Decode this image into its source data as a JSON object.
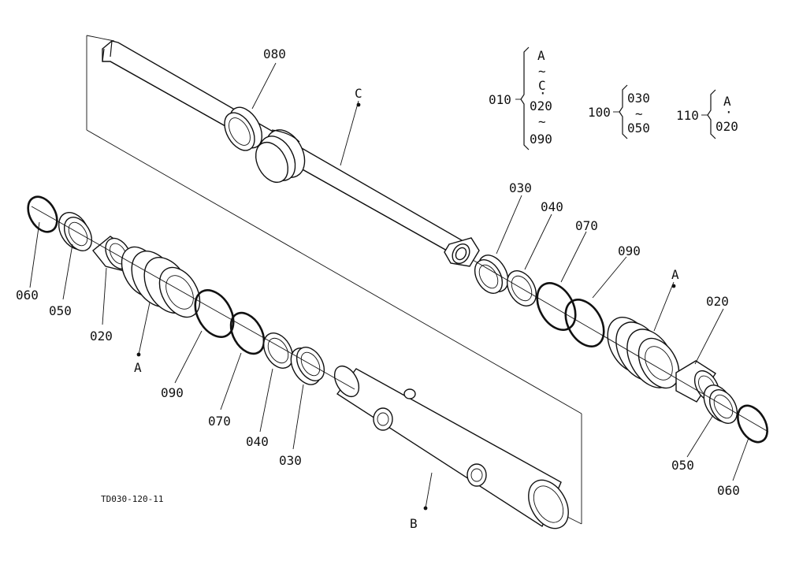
{
  "drawing_code": "TD030-120-11",
  "legend": {
    "g010": {
      "ref": "010",
      "items": [
        "A",
        "~",
        "C",
        "·",
        "020",
        "~",
        "090"
      ]
    },
    "g100": {
      "ref": "100",
      "items": [
        "030",
        "~",
        "050"
      ]
    },
    "g110": {
      "ref": "110",
      "items": [
        "A",
        "·",
        "020"
      ]
    }
  },
  "callouts": {
    "rod_080": "080",
    "rod_c": "C",
    "right_030": "030",
    "right_040": "040",
    "right_070": "070",
    "right_090": "090",
    "right_a": "A",
    "right_020": "020",
    "right_050": "050",
    "right_060": "060",
    "left_060": "060",
    "left_050": "050",
    "left_020": "020",
    "left_a": "A",
    "left_090": "090",
    "left_070": "070",
    "left_040": "040",
    "left_030": "030",
    "tube_b": "B"
  },
  "colors": {
    "ink": "#111111",
    "paper": "#ffffff"
  }
}
